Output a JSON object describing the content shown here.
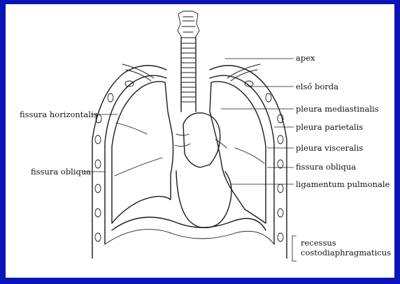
{
  "diagram": {
    "labels": {
      "apex": "apex",
      "first_rib": "első borda",
      "pleura_mediastinalis": "pleura mediastinalis",
      "pleura_parietalis": "pleura parietalis",
      "pleura_visceralis": "pleura visceralis",
      "fissura_obliqua_right": "fissura obliqua",
      "ligamentum_pulmonale": "ligamentum pulmonale",
      "recessus": "recessus",
      "costodiaphragmaticus": "costodiaphragmaticus",
      "fissura_horizontalis": "fissura horizontalis",
      "fissura_obliqua_left": "fissura obliqua"
    }
  },
  "colors": {
    "frame": "#0b14b9",
    "background": "#ffffff",
    "ink": "#1a1a1a"
  }
}
